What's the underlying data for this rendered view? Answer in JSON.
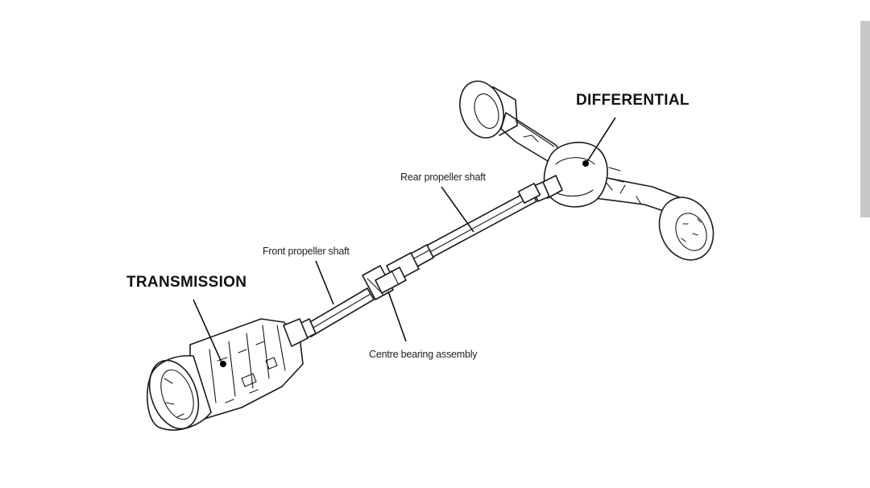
{
  "labels": {
    "transmission": "TRANSMISSION",
    "differential": "DIFFERENTIAL",
    "rear_shaft": "Rear propeller shaft",
    "front_shaft": "Front propeller shaft",
    "centre_bearing": "Centre bearing assembly"
  }
}
